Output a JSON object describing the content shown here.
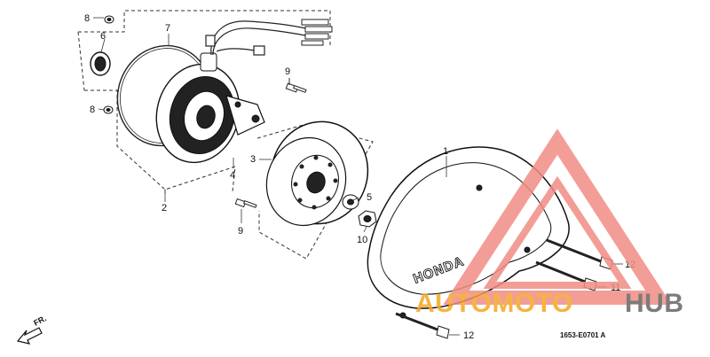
{
  "diagram": {
    "callouts": {
      "c1": "1",
      "c2": "2",
      "c3": "3",
      "c4": "4",
      "c5": "5",
      "c6": "6",
      "c7": "7",
      "c8a": "8",
      "c8b": "8",
      "c9a": "9",
      "c9b": "9",
      "c10": "10",
      "c11": "11",
      "c12a": "12",
      "c12b": "12"
    },
    "cover_brand": "HONDA",
    "direction_label": "FR.",
    "part_code": "1653-E0701 A"
  },
  "watermark": {
    "text_orange": "AUTOMOTO",
    "text_gray": "HUB",
    "colors": {
      "triangle": "#f08c84",
      "orange": "#f5a623",
      "gray": "#666666"
    }
  }
}
